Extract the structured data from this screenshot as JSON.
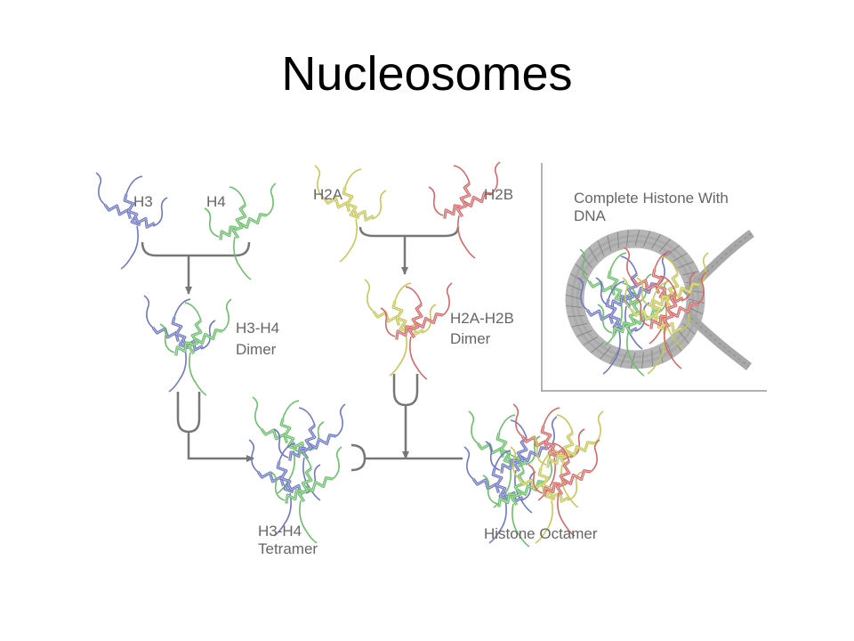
{
  "title": "Nucleosomes",
  "labels": {
    "h3": "H3",
    "h4": "H4",
    "h2a": "H2A",
    "h2b": "H2B",
    "h3h4_dimer": [
      "H3-H4",
      "Dimer"
    ],
    "h2ah2b_dimer": [
      "H2A-H2B",
      "Dimer"
    ],
    "h3h4_tetramer": [
      "H3-H4",
      "Tetramer"
    ],
    "histone_octamer": "Histone Octamer",
    "complete_histone": [
      "Complete Histone With",
      "DNA"
    ]
  },
  "colors": {
    "h3": "#6f78c4",
    "h4": "#6cbf6c",
    "h2a": "#c7c85a",
    "h2b": "#d46a6a",
    "arrow": "#777777",
    "dna": "#a8a8a8",
    "label": "#666666"
  }
}
